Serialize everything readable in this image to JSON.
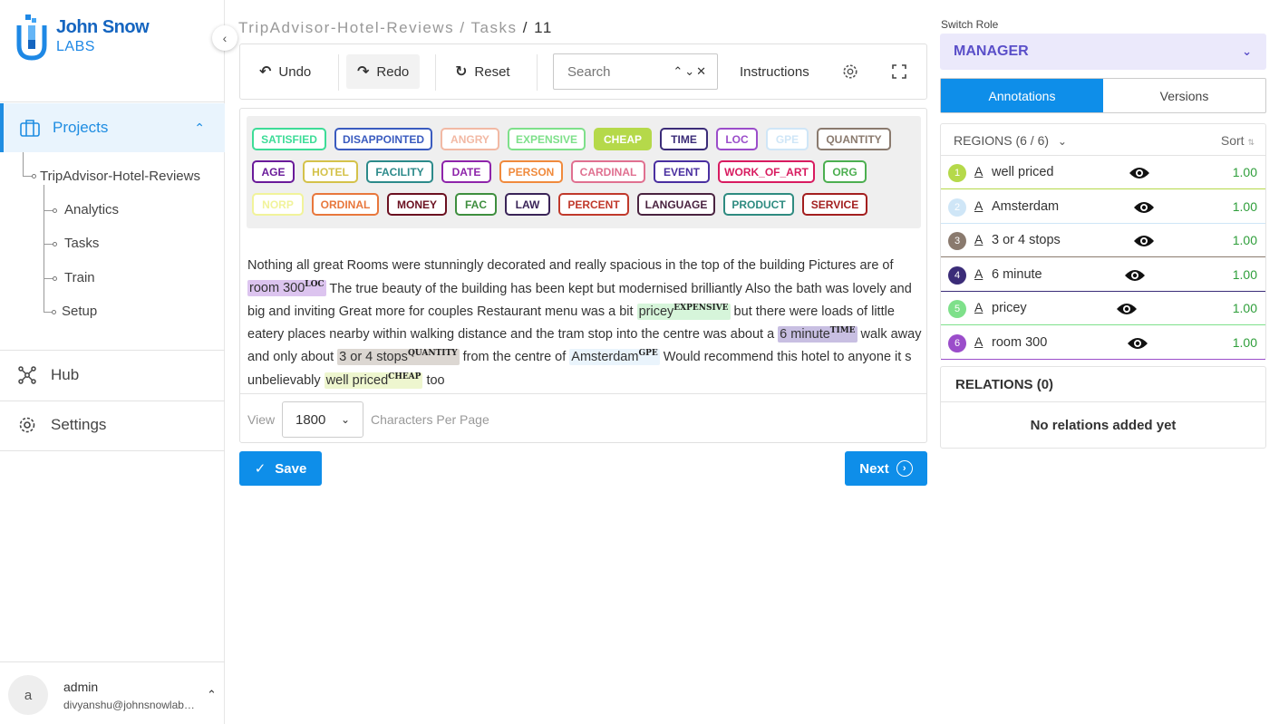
{
  "brand": {
    "line1": "John Snow",
    "line2": "LABS"
  },
  "sidebar": {
    "projects_label": "Projects",
    "project_name": "TripAdvisor-Hotel-Reviews",
    "sub_items": [
      "Analytics",
      "Tasks",
      "Train",
      "Setup"
    ],
    "hub_label": "Hub",
    "settings_label": "Settings",
    "user": {
      "initial": "a",
      "name": "admin",
      "email": "divyanshu@johnsnowlab…"
    }
  },
  "breadcrumb": {
    "project": "TripAdvisor-Hotel-Reviews",
    "sep": "/",
    "section": "Tasks",
    "task": "11"
  },
  "toolbar": {
    "undo": "Undo",
    "redo": "Redo",
    "reset": "Reset",
    "search_placeholder": "Search",
    "instructions": "Instructions"
  },
  "labels": [
    {
      "text": "SATISFIED",
      "color": "#3ddc97"
    },
    {
      "text": "DISAPPOINTED",
      "color": "#3a5bbf"
    },
    {
      "text": "ANGRY",
      "color": "#f2b9a4"
    },
    {
      "text": "EXPENSIVE",
      "color": "#7ee08a"
    },
    {
      "text": "CHEAP",
      "color": "#b5d94a"
    },
    {
      "text": "TIME",
      "color": "#3b2c78"
    },
    {
      "text": "LOC",
      "color": "#9b4dca"
    },
    {
      "text": "GPE",
      "color": "#cfe6f7"
    },
    {
      "text": "QUANTITY",
      "color": "#8a7a6e"
    },
    {
      "text": "AGE",
      "color": "#6a1b9a"
    },
    {
      "text": "HOTEL",
      "color": "#d4c24a"
    },
    {
      "text": "FACILITY",
      "color": "#2c8a8a"
    },
    {
      "text": "DATE",
      "color": "#8e24aa"
    },
    {
      "text": "PERSON",
      "color": "#f08a3c"
    },
    {
      "text": "CARDINAL",
      "color": "#e07090"
    },
    {
      "text": "EVENT",
      "color": "#4a2fa0"
    },
    {
      "text": "WORK_OF_ART",
      "color": "#d81b60"
    },
    {
      "text": "ORG",
      "color": "#4caf50"
    },
    {
      "text": "NORP",
      "color": "#f1f39a"
    },
    {
      "text": "ORDINAL",
      "color": "#e8773c"
    },
    {
      "text": "MONEY",
      "color": "#6b1020"
    },
    {
      "text": "FAC",
      "color": "#3e8e3e"
    },
    {
      "text": "LAW",
      "color": "#3a2458"
    },
    {
      "text": "PERCENT",
      "color": "#c0392b"
    },
    {
      "text": "LANGUAGE",
      "color": "#4a2340"
    },
    {
      "text": "PRODUCT",
      "color": "#2e8b80"
    },
    {
      "text": "SERVICE",
      "color": "#a31f1f"
    }
  ],
  "document": {
    "t1": "Nothing all great Rooms were stunningly decorated and really spacious in the top of the building Pictures are of ",
    "h1": "room 300",
    "h1_tag": "LOC",
    "t2": " The true beauty of the building has been kept but modernised brilliantly Also the bath was lovely and big and inviting Great more for couples Restaurant menu was a bit ",
    "h2": "pricey",
    "h2_tag": "EXPENSIVE",
    "t3": " but there were loads of little eatery places nearby within walking distance and the tram stop into the centre was about a ",
    "h3": "6 minute",
    "h3_tag": "TIME",
    "t4": " walk away and only about ",
    "h4": "3 or 4 stops",
    "h4_tag": "QUANTITY",
    "t5": " from the centre of ",
    "h5": "Amsterdam",
    "h5_tag": "GPE",
    "t6": " Would recommend this hotel to anyone it s unbelievably ",
    "h6": "well priced",
    "h6_tag": "CHEAP",
    "t7": " too"
  },
  "pager": {
    "view": "View",
    "value": "1800",
    "suffix": "Characters Per Page"
  },
  "actions": {
    "save": "Save",
    "next": "Next"
  },
  "right": {
    "role_label": "Switch Role",
    "role_value": "MANAGER",
    "tab_annotations": "Annotations",
    "tab_versions": "Versions",
    "regions_title": "REGIONS (6 / 6)",
    "sort": "Sort",
    "regions": [
      {
        "n": "1",
        "a": "A",
        "text": "well priced",
        "score": "1.00",
        "color": "#b5d94a"
      },
      {
        "n": "2",
        "a": "A",
        "text": "Amsterdam",
        "score": "1.00",
        "color": "#cfe6f7"
      },
      {
        "n": "3",
        "a": "A",
        "text": "3 or 4 stops",
        "score": "1.00",
        "color": "#8a7a6e"
      },
      {
        "n": "4",
        "a": "A",
        "text": "6 minute",
        "score": "1.00",
        "color": "#3b2c78"
      },
      {
        "n": "5",
        "a": "A",
        "text": "pricey",
        "score": "1.00",
        "color": "#7ee08a"
      },
      {
        "n": "6",
        "a": "A",
        "text": "room 300",
        "score": "1.00",
        "color": "#9b4dca"
      }
    ],
    "relations_title": "RELATIONS (0)",
    "relations_empty": "No relations added yet"
  }
}
